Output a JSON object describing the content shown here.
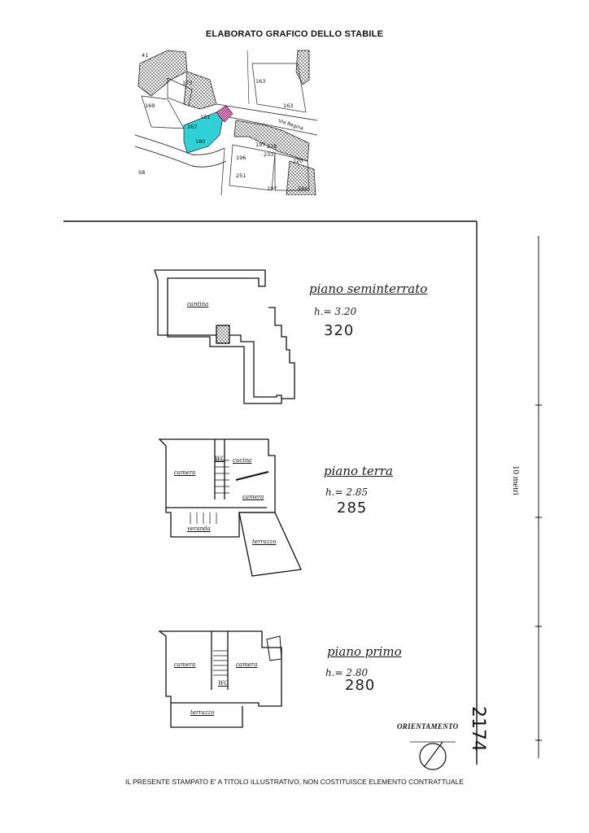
{
  "title": "ELABORATO GRAFICO DELLO STABILE",
  "map": {
    "parcels": [
      "41",
      "173",
      "169",
      "163",
      "163",
      "181",
      "267",
      "180",
      "197",
      "238",
      "196",
      "233",
      "220",
      "251",
      "197",
      "S8",
      "286"
    ],
    "street": "Via Regina"
  },
  "floors": [
    {
      "name": "piano seminterrato",
      "height_label": "h.= 3.20",
      "value": "320",
      "rooms": [
        "cantina"
      ]
    },
    {
      "name": "piano terra",
      "height_label": "h.= 2.85",
      "value": "285",
      "rooms": [
        "camera",
        "WC",
        "cucina",
        "camera",
        "veranda",
        "terrazzo"
      ]
    },
    {
      "name": "piano primo",
      "height_label": "h.= 2.80",
      "value": "280",
      "rooms": [
        "camera",
        "camera",
        "WC",
        "terrazzo"
      ]
    }
  ],
  "scale_label": "10 metri",
  "orientation_label": "ORIENTAMENTO",
  "sheet_number": "2174",
  "disclaimer": "IL PRESENTE STAMPATO E' A TITOLO ILLUSTRATIVO, NON COSTITUISCE ELEMENTO CONTRATTUALE",
  "colors": {
    "highlight_parcel": "#2ed1d6",
    "adjacent_parcel": "#c23a8a",
    "ink": "#111111"
  }
}
